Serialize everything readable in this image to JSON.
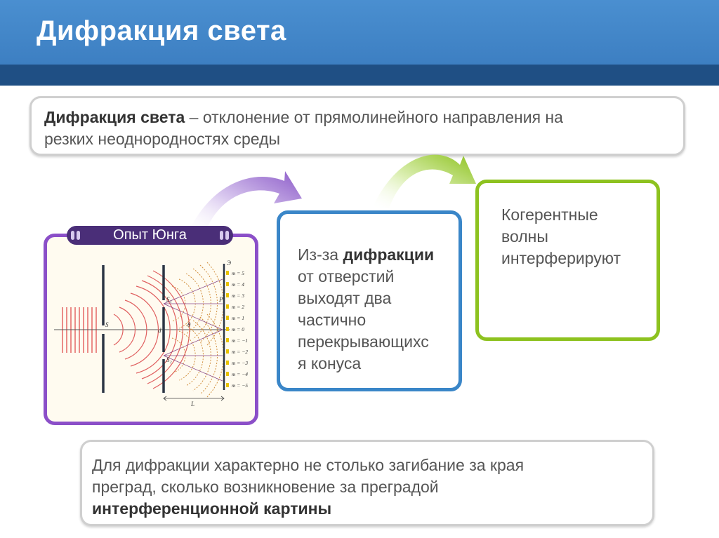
{
  "slide": {
    "title": "Дифракция света"
  },
  "definition": {
    "term": "Дифракция света",
    "rest_line1": " – отклонение от прямолинейного направления на",
    "line2": "резких неоднородностях среды"
  },
  "young_experiment": {
    "label": "Опыт Юнга",
    "orders": [
      "m = 5",
      "m = 4",
      "m = 3",
      "m = 2",
      "m = 1",
      "m = 0",
      "m = −1",
      "m = −2",
      "m = −3",
      "m = −4",
      "m = −5"
    ],
    "letters": {
      "source": "S",
      "slit1": "S₁",
      "slit2": "S₂",
      "d": "d",
      "theta": "θ",
      "screen": "Э",
      "L": "L",
      "P": "P"
    }
  },
  "middle_box": {
    "line1_pre": "Из-за ",
    "line1_bold": "дифракции",
    "lines": [
      "от отверстий",
      "выходят два",
      "частично",
      "перекрывающихс",
      "я конуса"
    ]
  },
  "right_box": {
    "lines": [
      "Когерентные",
      "волны",
      "интерферируют"
    ]
  },
  "bottom_box": {
    "line1": "Для дифракции характерно не столько загибание за края",
    "line2": "преград, сколько возникновение за преградой",
    "line3_bold": "интерференционной картины"
  },
  "colors": {
    "header": "#3d7fc2",
    "band": "#1f4f84",
    "purple": "#8b4fc8",
    "blue": "#3a86c8",
    "green": "#8dc21f",
    "label_bg": "#4a2e78"
  }
}
